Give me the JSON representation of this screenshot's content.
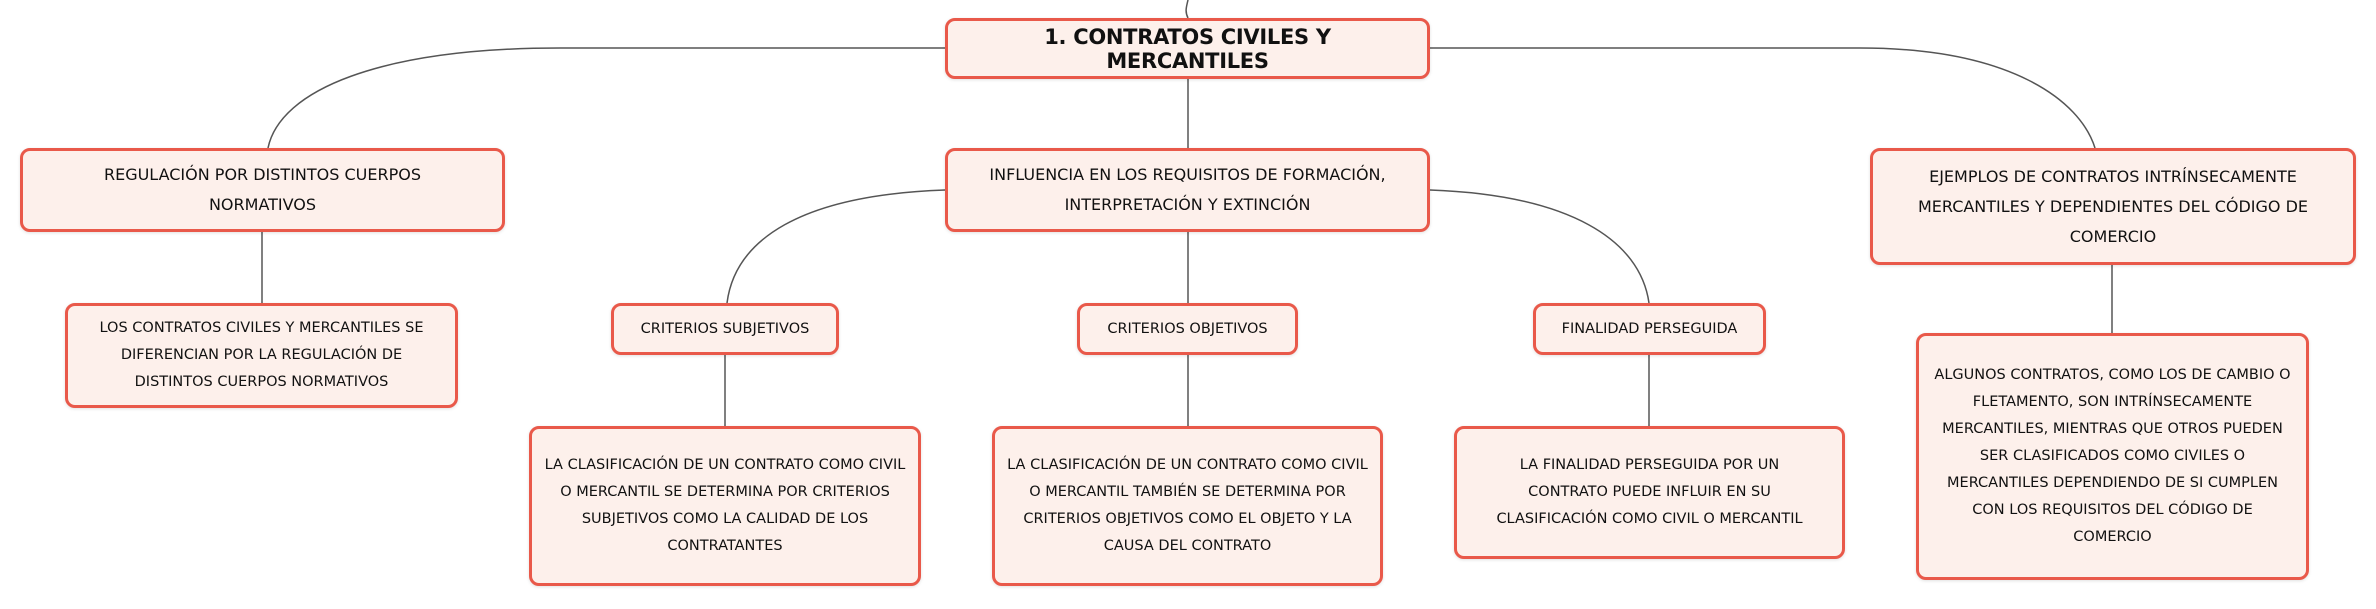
{
  "root": {
    "label": "1. CONTRATOS CIVILES Y MERCANTILES"
  },
  "branches": [
    {
      "label": "REGULACIÓN POR DISTINTOS CUERPOS NORMATIVOS",
      "child": "LOS CONTRATOS CIVILES Y MERCANTILES SE DIFERENCIAN POR LA REGULACIÓN DE DISTINTOS CUERPOS NORMATIVOS"
    },
    {
      "label": "INFLUENCIA EN LOS REQUISITOS DE FORMACIÓN, INTERPRETACIÓN Y EXTINCIÓN",
      "children": [
        {
          "label": "CRITERIOS SUBJETIVOS",
          "child": "LA CLASIFICACIÓN DE UN CONTRATO COMO CIVIL O MERCANTIL SE DETERMINA POR CRITERIOS SUBJETIVOS COMO LA CALIDAD DE LOS CONTRATANTES"
        },
        {
          "label": "CRITERIOS OBJETIVOS",
          "child": "LA CLASIFICACIÓN DE UN CONTRATO COMO CIVIL O MERCANTIL TAMBIÉN SE DETERMINA POR CRITERIOS OBJETIVOS COMO EL OBJETO Y LA CAUSA DEL CONTRATO"
        },
        {
          "label": "FINALIDAD PERSEGUIDA",
          "child": "LA FINALIDAD PERSEGUIDA POR UN CONTRATO PUEDE INFLUIR EN SU CLASIFICACIÓN COMO CIVIL O MERCANTIL"
        }
      ]
    },
    {
      "label": "EJEMPLOS DE CONTRATOS INTRÍNSECAMENTE MERCANTILES Y DEPENDIENTES DEL CÓDIGO DE COMERCIO",
      "child": "ALGUNOS CONTRATOS, COMO LOS DE CAMBIO O FLETAMENTO, SON INTRÍNSECAMENTE MERCANTILES, MIENTRAS QUE OTROS PUEDEN SER CLASIFICADOS COMO CIVILES O MERCANTILES DEPENDIENDO DE SI CUMPLEN CON LOS REQUISITOS DEL CÓDIGO DE COMERCIO"
    }
  ],
  "colors": {
    "border": "#e9594a",
    "fill": "#fdf0eb",
    "line": "#555555"
  }
}
